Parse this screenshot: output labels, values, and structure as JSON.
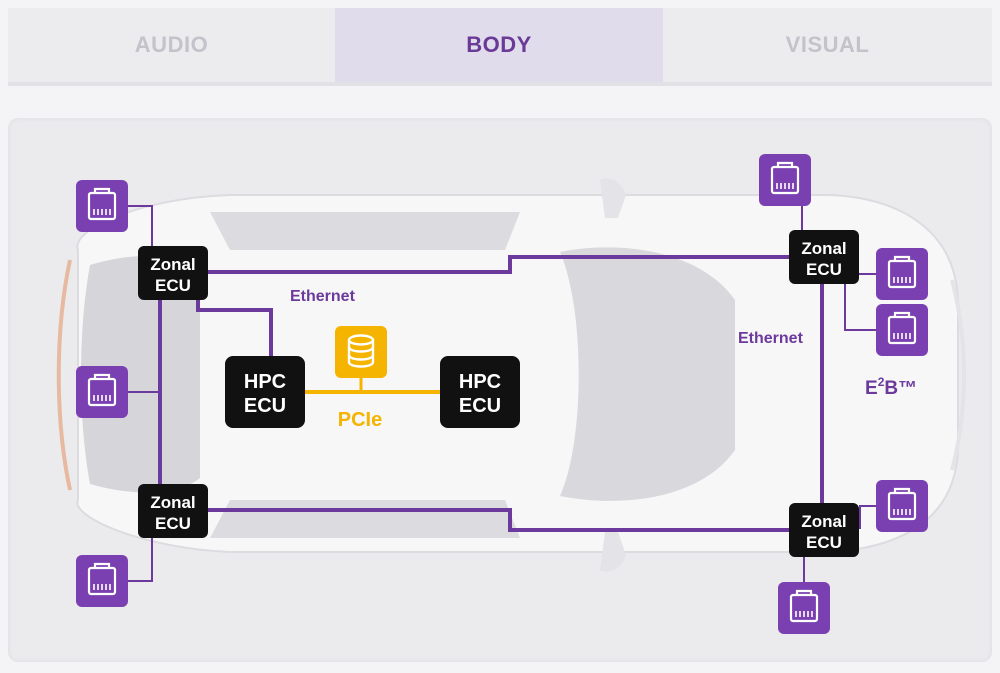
{
  "tabs": [
    {
      "label": "AUDIO",
      "active": false
    },
    {
      "label": "BODY",
      "active": true
    },
    {
      "label": "VISUAL",
      "active": false
    }
  ],
  "diagram": {
    "zonal_ecu_line1": "Zonal",
    "zonal_ecu_line2": "ECU",
    "hpc_ecu_line1": "HPC",
    "hpc_ecu_line2": "ECU",
    "pcie_label": "PCIe",
    "ethernet_label_left": "Ethernet",
    "ethernet_label_right": "Ethernet",
    "e2b_label": "E",
    "e2b_superscript": "2",
    "e2b_suffix": "B™",
    "colors": {
      "accent_purple": "#7a3fb0",
      "line_purple": "#6b3a9c",
      "pcie_yellow": "#f4b400",
      "ecu_black": "#111111"
    }
  }
}
